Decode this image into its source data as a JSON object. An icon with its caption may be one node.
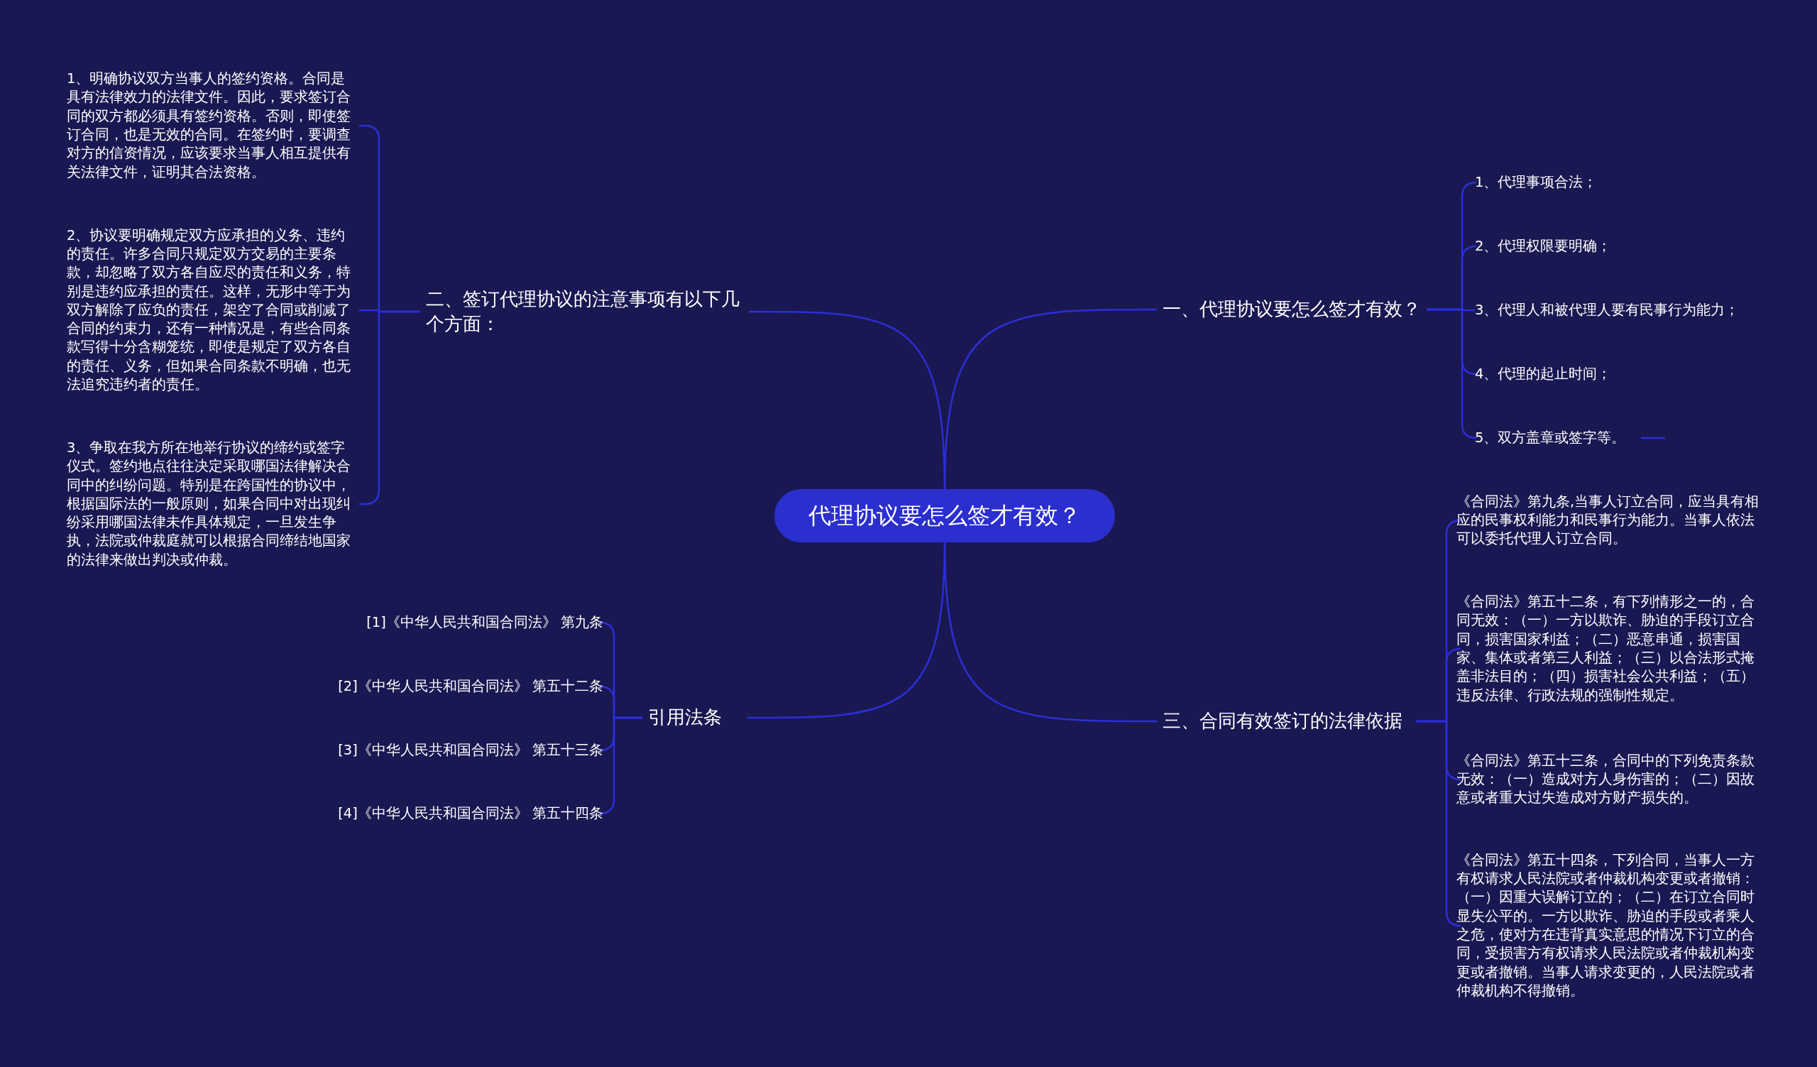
{
  "diagram": {
    "nodes": [
      {
        "text": [
          "代理协议要怎么签才有效？"
        ]
      },
      {
        "text": [
          "一、代理协议要怎么签才有效？"
        ]
      },
      {
        "text": [
          "1、代理事项合法；"
        ]
      },
      {
        "text": [
          "2、代理权限要明确；"
        ]
      },
      {
        "text": [
          "3、代理人和被代理人要有民事行为能力；"
        ]
      },
      {
        "text": [
          "4、代理的起止时间；"
        ]
      },
      {
        "text": [
          "5、双方盖章或签字等。"
        ]
      },
      {
        "text": [
          "二、签订代理协议的注意事项有以下几个方面："
        ]
      },
      {
        "text": [
          "1、明确协议双方当事人的签约资格。合同是具有法律效力的法律文件。因此，要求签订合同的双方都必须具有签约资格。否则，即使签订合同，也是无效的合同。在签约时，要调查对方的信资情况，应该要求当事人相互提供有关法律文件，证明其合法资格。"
        ]
      },
      {
        "text": [
          "2、协议要明确规定双方应承担的义务、违约的责任。许多合同只规定双方交易的主要条款，却忽略了双方各自应尽的责任和义务，特别是违约应承担的责任。这样，无形中等于为双方解除了应负的责任，架空了合同或削减了合同的约束力，还有一种情况是，有些合同条款写得十分含糊笼统，即使是规定了双方各自的责任、义务，但如果合同条款不明确，也无法追究违约者的责任。"
        ]
      },
      {
        "text": [
          "3、争取在我方所在地举行协议的缔约或签字仪式。签约地点往往决定采取哪国法律解决合同中的纠纷问题。特别是在跨国性的协议中，根据国际法的一般原则，如果合同中对出现纠纷采用哪国法律未作具体规定，一旦发生争执，法院或仲裁庭就可以根据合同缔结地国家的法律来做出判决或仲裁。"
        ]
      },
      {
        "text": [
          "三、合同有效签订的法律依据"
        ]
      },
      {
        "text": [
          "《合同法》第九条,当事人订立合同，应当具有相应的民事权利能力和民事行为能力。当事人依法可以委托代理人订立合同。"
        ]
      },
      {
        "text": [
          "《合同法》第五十二条，有下列情形之一的，合同无效：（一）一方以欺诈、胁迫的手段订立合同，损害国家利益；（二）恶意串通，损害国家、集体或者第三人利益；（三）以合法形式掩盖非法目的；（四）损害社会公共利益；（五）违反法律、行政法规的强制性规定。"
        ]
      },
      {
        "text": [
          "《合同法》第五十三条，合同中的下列免责条款无效：（一）造成对方人身伤害的；（二）因故意或者重大过失造成对方财产损失的。"
        ]
      },
      {
        "text": [
          "《合同法》第五十四条，下列合同，当事人一方有权请求人民法院或者仲裁机构变更或者撤销：（一）因重大误解订立的；（二）在订立合同时显失公平的。一方以欺诈、胁迫的手段或者乘人之危，使对方在违背真实意思的情况下订立的合同，受损害方有权请求人民法院或者仲裁机构变更或者撤销。当事人请求变更的，人民法院或者仲裁机构不得撤销。"
        ]
      },
      {
        "text": [
          "引用法条"
        ]
      },
      {
        "text": [
          "[1]《中华人民共和国合同法》 第九条"
        ]
      },
      {
        "text": [
          "[2]《中华人民共和国合同法》 第五十二条"
        ]
      },
      {
        "text": [
          "[3]《中华人民共和国合同法》 第五十三条"
        ]
      },
      {
        "text": [
          "[4]《中华人民共和国合同法》 第五十四条"
        ]
      }
    ],
    "edges": [
      {
        "from": 0,
        "to": 1,
        "arrow": "none"
      },
      {
        "from": 1,
        "to": 2,
        "arrow": "none"
      },
      {
        "from": 1,
        "to": 3,
        "arrow": "none"
      },
      {
        "from": 1,
        "to": 4,
        "arrow": "none"
      },
      {
        "from": 1,
        "to": 5,
        "arrow": "none"
      },
      {
        "from": 1,
        "to": 6,
        "arrow": "none"
      },
      {
        "from": 0,
        "to": 7,
        "arrow": "none"
      },
      {
        "from": 7,
        "to": 8,
        "arrow": "none"
      },
      {
        "from": 7,
        "to": 9,
        "arrow": "none"
      },
      {
        "from": 7,
        "to": 10,
        "arrow": "none"
      },
      {
        "from": 0,
        "to": 11,
        "arrow": "none"
      },
      {
        "from": 11,
        "to": 12,
        "arrow": "none"
      },
      {
        "from": 11,
        "to": 13,
        "arrow": "none"
      },
      {
        "from": 11,
        "to": 14,
        "arrow": "none"
      },
      {
        "from": 11,
        "to": 15,
        "arrow": "none"
      },
      {
        "from": 0,
        "to": 16,
        "arrow": "none"
      },
      {
        "from": 16,
        "to": 17,
        "arrow": "none"
      },
      {
        "from": 16,
        "to": 18,
        "arrow": "none"
      },
      {
        "from": 16,
        "to": 19,
        "arrow": "none"
      },
      {
        "from": 16,
        "to": 20,
        "arrow": "none"
      }
    ]
  }
}
